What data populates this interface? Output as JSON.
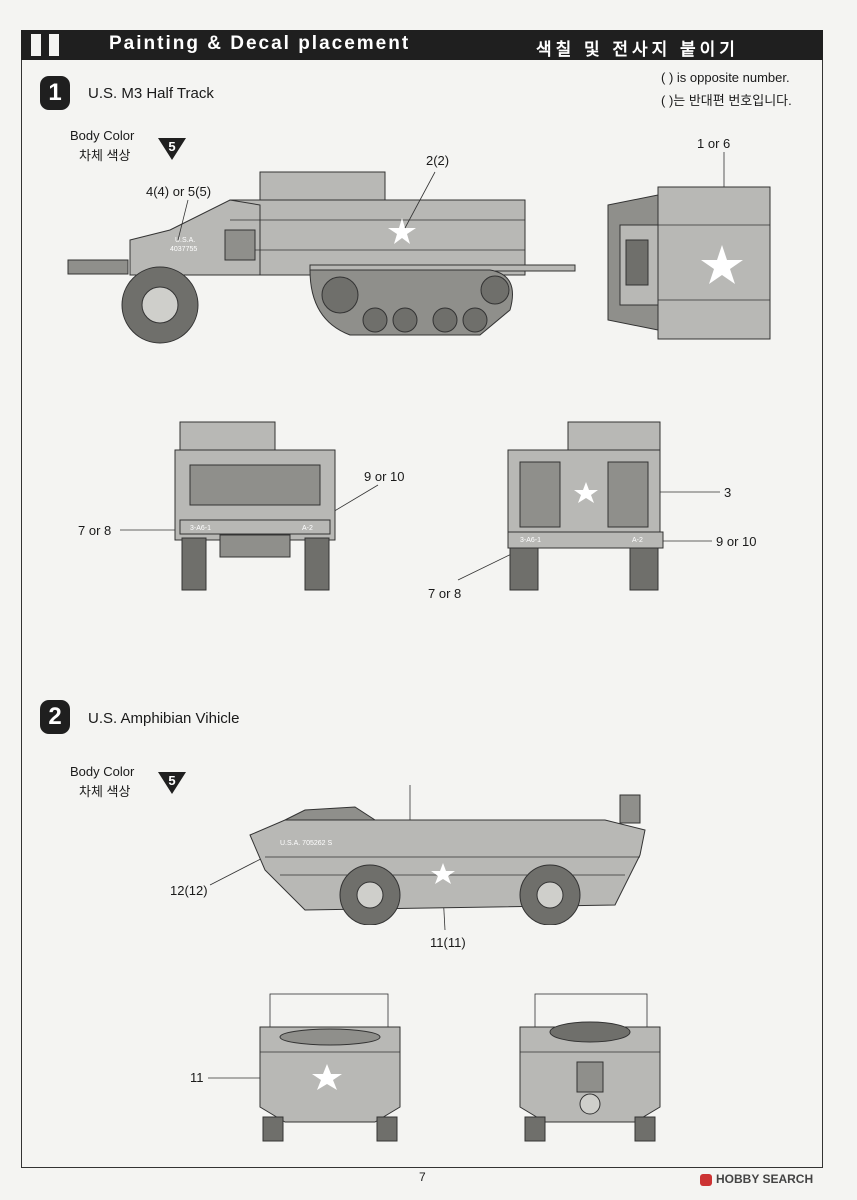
{
  "header": {
    "title": "Painting & Decal placement",
    "title_kr": "색칠 및 전사지 붙이기"
  },
  "note": {
    "line1": "( ) is opposite number.",
    "line2": "( )는 반대편 번호입니다."
  },
  "section1": {
    "number": "1",
    "title": "U.S. M3 Half Track",
    "body_color": "Body Color",
    "body_color_kr": "차체 색상",
    "color_number": "5",
    "callouts": {
      "c_2_2": "2(2)",
      "c_4_5": "4(4) or 5(5)",
      "c_1_6": "1 or 6",
      "c_9_10_front": "9 or 10",
      "c_7_8_front": "7 or 8",
      "c_3": "3",
      "c_9_10_rear": "9 or 10",
      "c_7_8_rear": "7 or 8"
    },
    "markings": {
      "side": "U.S.A.",
      "side_serial": "4037755",
      "front_left": "3-A6-1",
      "front_right": "A-2",
      "rear_left": "3-A6-1",
      "rear_right": "A-2"
    }
  },
  "section2": {
    "number": "2",
    "title": "U.S. Amphibian Vihicle",
    "body_color": "Body Color",
    "body_color_kr": "차체 색상",
    "color_number": "5",
    "callouts": {
      "c_12": "12(12)",
      "c_11_11": "11(11)",
      "c_11": "11"
    },
    "markings": {
      "serial": "U.S.A. 705262 S"
    }
  },
  "footer": {
    "page": "7",
    "watermark": "HOBBY SEARCH"
  }
}
